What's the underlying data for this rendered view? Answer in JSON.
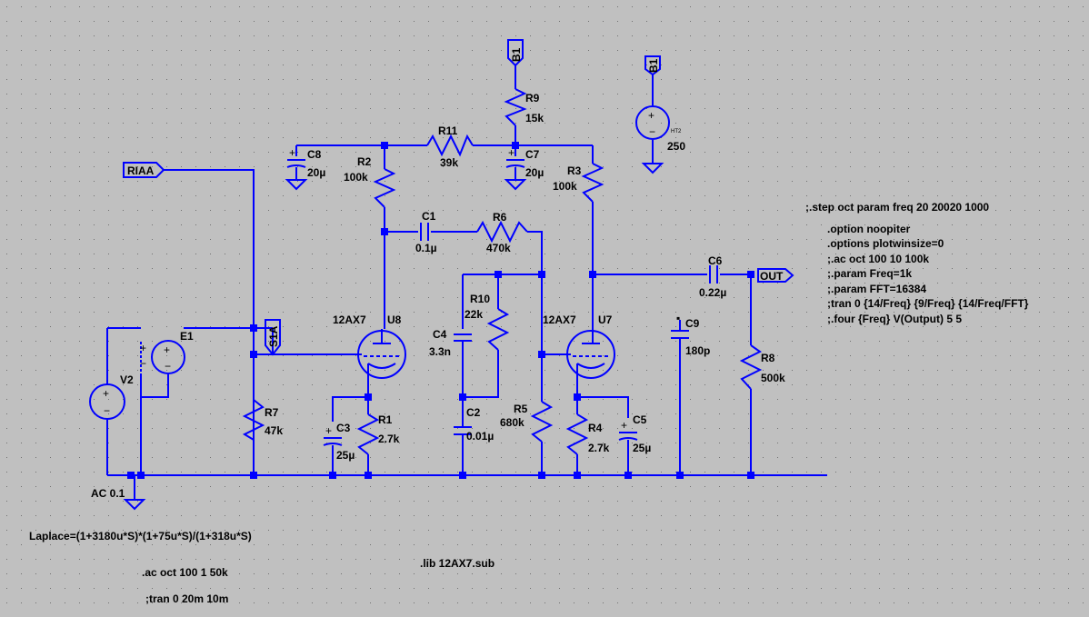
{
  "diagram": {
    "components": [
      {
        "ref": "R9",
        "value": "15k"
      },
      {
        "ref": "R11",
        "value": "39k"
      },
      {
        "ref": "R2",
        "value": "100k"
      },
      {
        "ref": "R3",
        "value": "100k"
      },
      {
        "ref": "R6",
        "value": "470k"
      },
      {
        "ref": "R10",
        "value": "22k"
      },
      {
        "ref": "R5",
        "value": "680k"
      },
      {
        "ref": "R7",
        "value": "47k"
      },
      {
        "ref": "R1",
        "value": "2.7k"
      },
      {
        "ref": "R4",
        "value": "2.7k"
      },
      {
        "ref": "R8",
        "value": "500k"
      },
      {
        "ref": "C8",
        "value": "20µ"
      },
      {
        "ref": "C7",
        "value": "20µ"
      },
      {
        "ref": "C1",
        "value": "0.1µ"
      },
      {
        "ref": "C6",
        "value": "0.22µ"
      },
      {
        "ref": "C4",
        "value": "3.3n"
      },
      {
        "ref": "C2",
        "value": "0.01µ"
      },
      {
        "ref": "C3",
        "value": "25µ"
      },
      {
        "ref": "C5",
        "value": "25µ"
      },
      {
        "ref": "C9",
        "value": "180p"
      },
      {
        "ref": "U8",
        "value": "12AX7"
      },
      {
        "ref": "U7",
        "value": "12AX7"
      },
      {
        "ref": "E1",
        "value": ""
      },
      {
        "ref": "V2",
        "value": "AC 0.1"
      },
      {
        "ref": "HT2",
        "value": "250"
      }
    ],
    "flags": [
      "B1",
      "B1",
      "RIAA",
      "S1A",
      "OUT"
    ],
    "ht_tag": "HT2",
    "directives": [
      ";.step oct param freq 20 20020 1000",
      ".option noopiter",
      ".options plotwinsize=0",
      ";.ac oct 100 10 100k",
      ";.param Freq=1k",
      ";.param FFT=16384",
      ";tran 0 {14/Freq} {9/Freq} {14/Freq/FFT}",
      ";.four {Freq} V(Output) 5 5"
    ],
    "laplace": "Laplace=(1+3180u*S)*(1+75u*S)/(1+318u*S)",
    "lib": ".lib 12AX7.sub",
    "ac": ".ac oct 100 1 50k",
    "tran": ";tran 0 20m 10m"
  }
}
